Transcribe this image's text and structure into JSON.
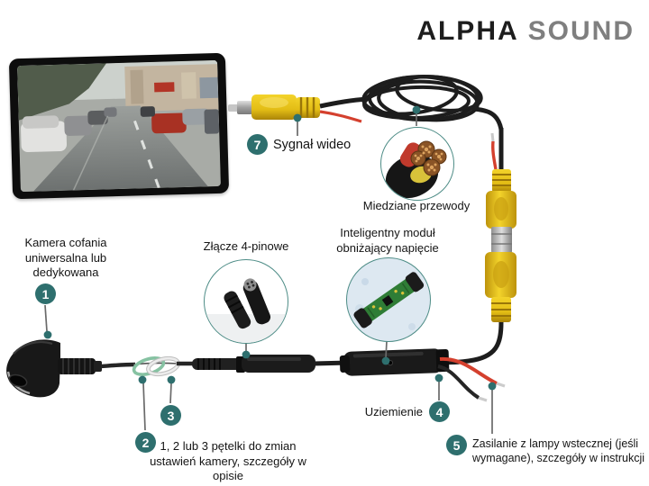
{
  "brand": {
    "first": "ALPHA",
    "second": "SOUND"
  },
  "colors": {
    "accent_teal": "#2E6F6E",
    "connector_yellow": "#EFC81C",
    "wire_red": "#D4402E",
    "loop_green": "#86C2A2",
    "pcb_green": "#2F7D36",
    "cable_black": "#1D1D1D",
    "logo_gray": "#7F7F7F"
  },
  "callouts": {
    "video": {
      "num": "7",
      "label": "Sygnał wideo"
    },
    "camera": {
      "num": "1",
      "label": "Kamera cofania uniwersalna lub dedykowana"
    },
    "loop_a": {
      "num": "2"
    },
    "loop_b": {
      "num": "3"
    },
    "loops_label": "1, 2 lub 3 pętelki do zmian ustawień kamery, szczegóły w opisie",
    "ground": {
      "num": "4",
      "label": "Uziemienie"
    },
    "reverse_power": {
      "num": "5",
      "label": "Zasilanie z lampy wstecznej (jeśli wymagane), szczegóły w instrukcji"
    }
  },
  "insets": {
    "copper_wires": {
      "label": "Miedziane przewody"
    },
    "four_pin": {
      "label": "Złącze 4-pinowe"
    },
    "voltage_module": {
      "label": "Inteligentny moduł obniżający napięcie"
    }
  }
}
